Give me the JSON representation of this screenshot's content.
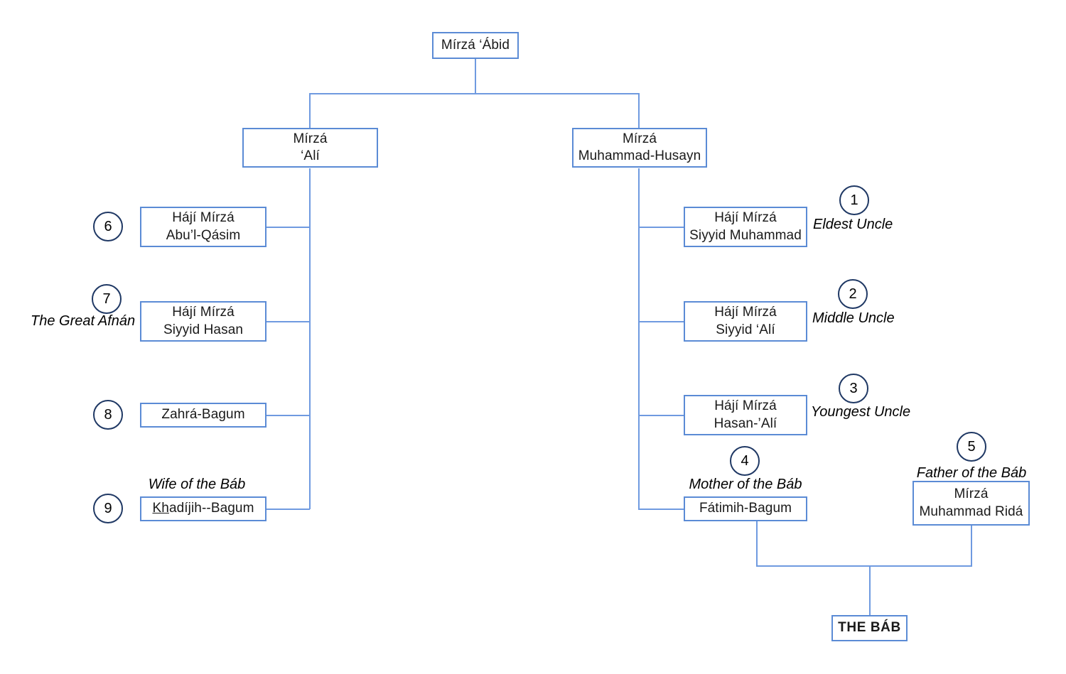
{
  "diagram": {
    "title": "Family tree of the Báb",
    "colors": {
      "box_border": "#5b8bd5",
      "connector": "#6f9ae0",
      "circle_border": "#1f3864",
      "text": "#000000",
      "background": "#ffffff"
    }
  },
  "nodes": {
    "root": {
      "lines": [
        "Mírzá ‘Ábid"
      ]
    },
    "left_parent": {
      "lines": [
        "Mírzá",
        "‘Alí"
      ]
    },
    "right_parent": {
      "lines": [
        "Mírzá",
        "Muhammad-Husayn"
      ]
    },
    "left_child_1": {
      "lines": [
        "Hájí Mírzá",
        "Abu’l-Qásim"
      ]
    },
    "left_child_2": {
      "lines": [
        "Hájí Mírzá",
        "Siyyid Hasan"
      ]
    },
    "left_child_3": {
      "lines": [
        "Zahrá-Bagum"
      ]
    },
    "left_child_4": {
      "lines": [
        "Khadíjih--Bagum"
      ],
      "underline_prefix": "Kh"
    },
    "right_child_1": {
      "lines": [
        "Hájí Mírzá",
        "Siyyid Muhammad"
      ]
    },
    "right_child_2": {
      "lines": [
        "Hájí Mírzá",
        "Siyyid ‘Alí"
      ]
    },
    "right_child_3": {
      "lines": [
        "Hájí Mírzá",
        "Hasan-’Alí"
      ]
    },
    "right_child_4": {
      "lines": [
        "Fátimih-Bagum"
      ]
    },
    "father": {
      "lines": [
        "Mírzá",
        "Muhammad Ridá"
      ]
    },
    "bab": {
      "lines": [
        "THE BÁB"
      ]
    }
  },
  "markers": {
    "m1": "1",
    "m2": "2",
    "m3": "3",
    "m4": "4",
    "m5": "5",
    "m6": "6",
    "m7": "7",
    "m8": "8",
    "m9": "9"
  },
  "captions": {
    "eldest_uncle": "Eldest Uncle",
    "middle_uncle": "Middle Uncle",
    "youngest_uncle": "Youngest Uncle",
    "mother_of_the_bab": "Mother of the Báb",
    "father_of_the_bab": "Father of the Báb",
    "the_great_afnan": "The Great Afnán",
    "wife_of_the_bab": "Wife of the Báb"
  }
}
